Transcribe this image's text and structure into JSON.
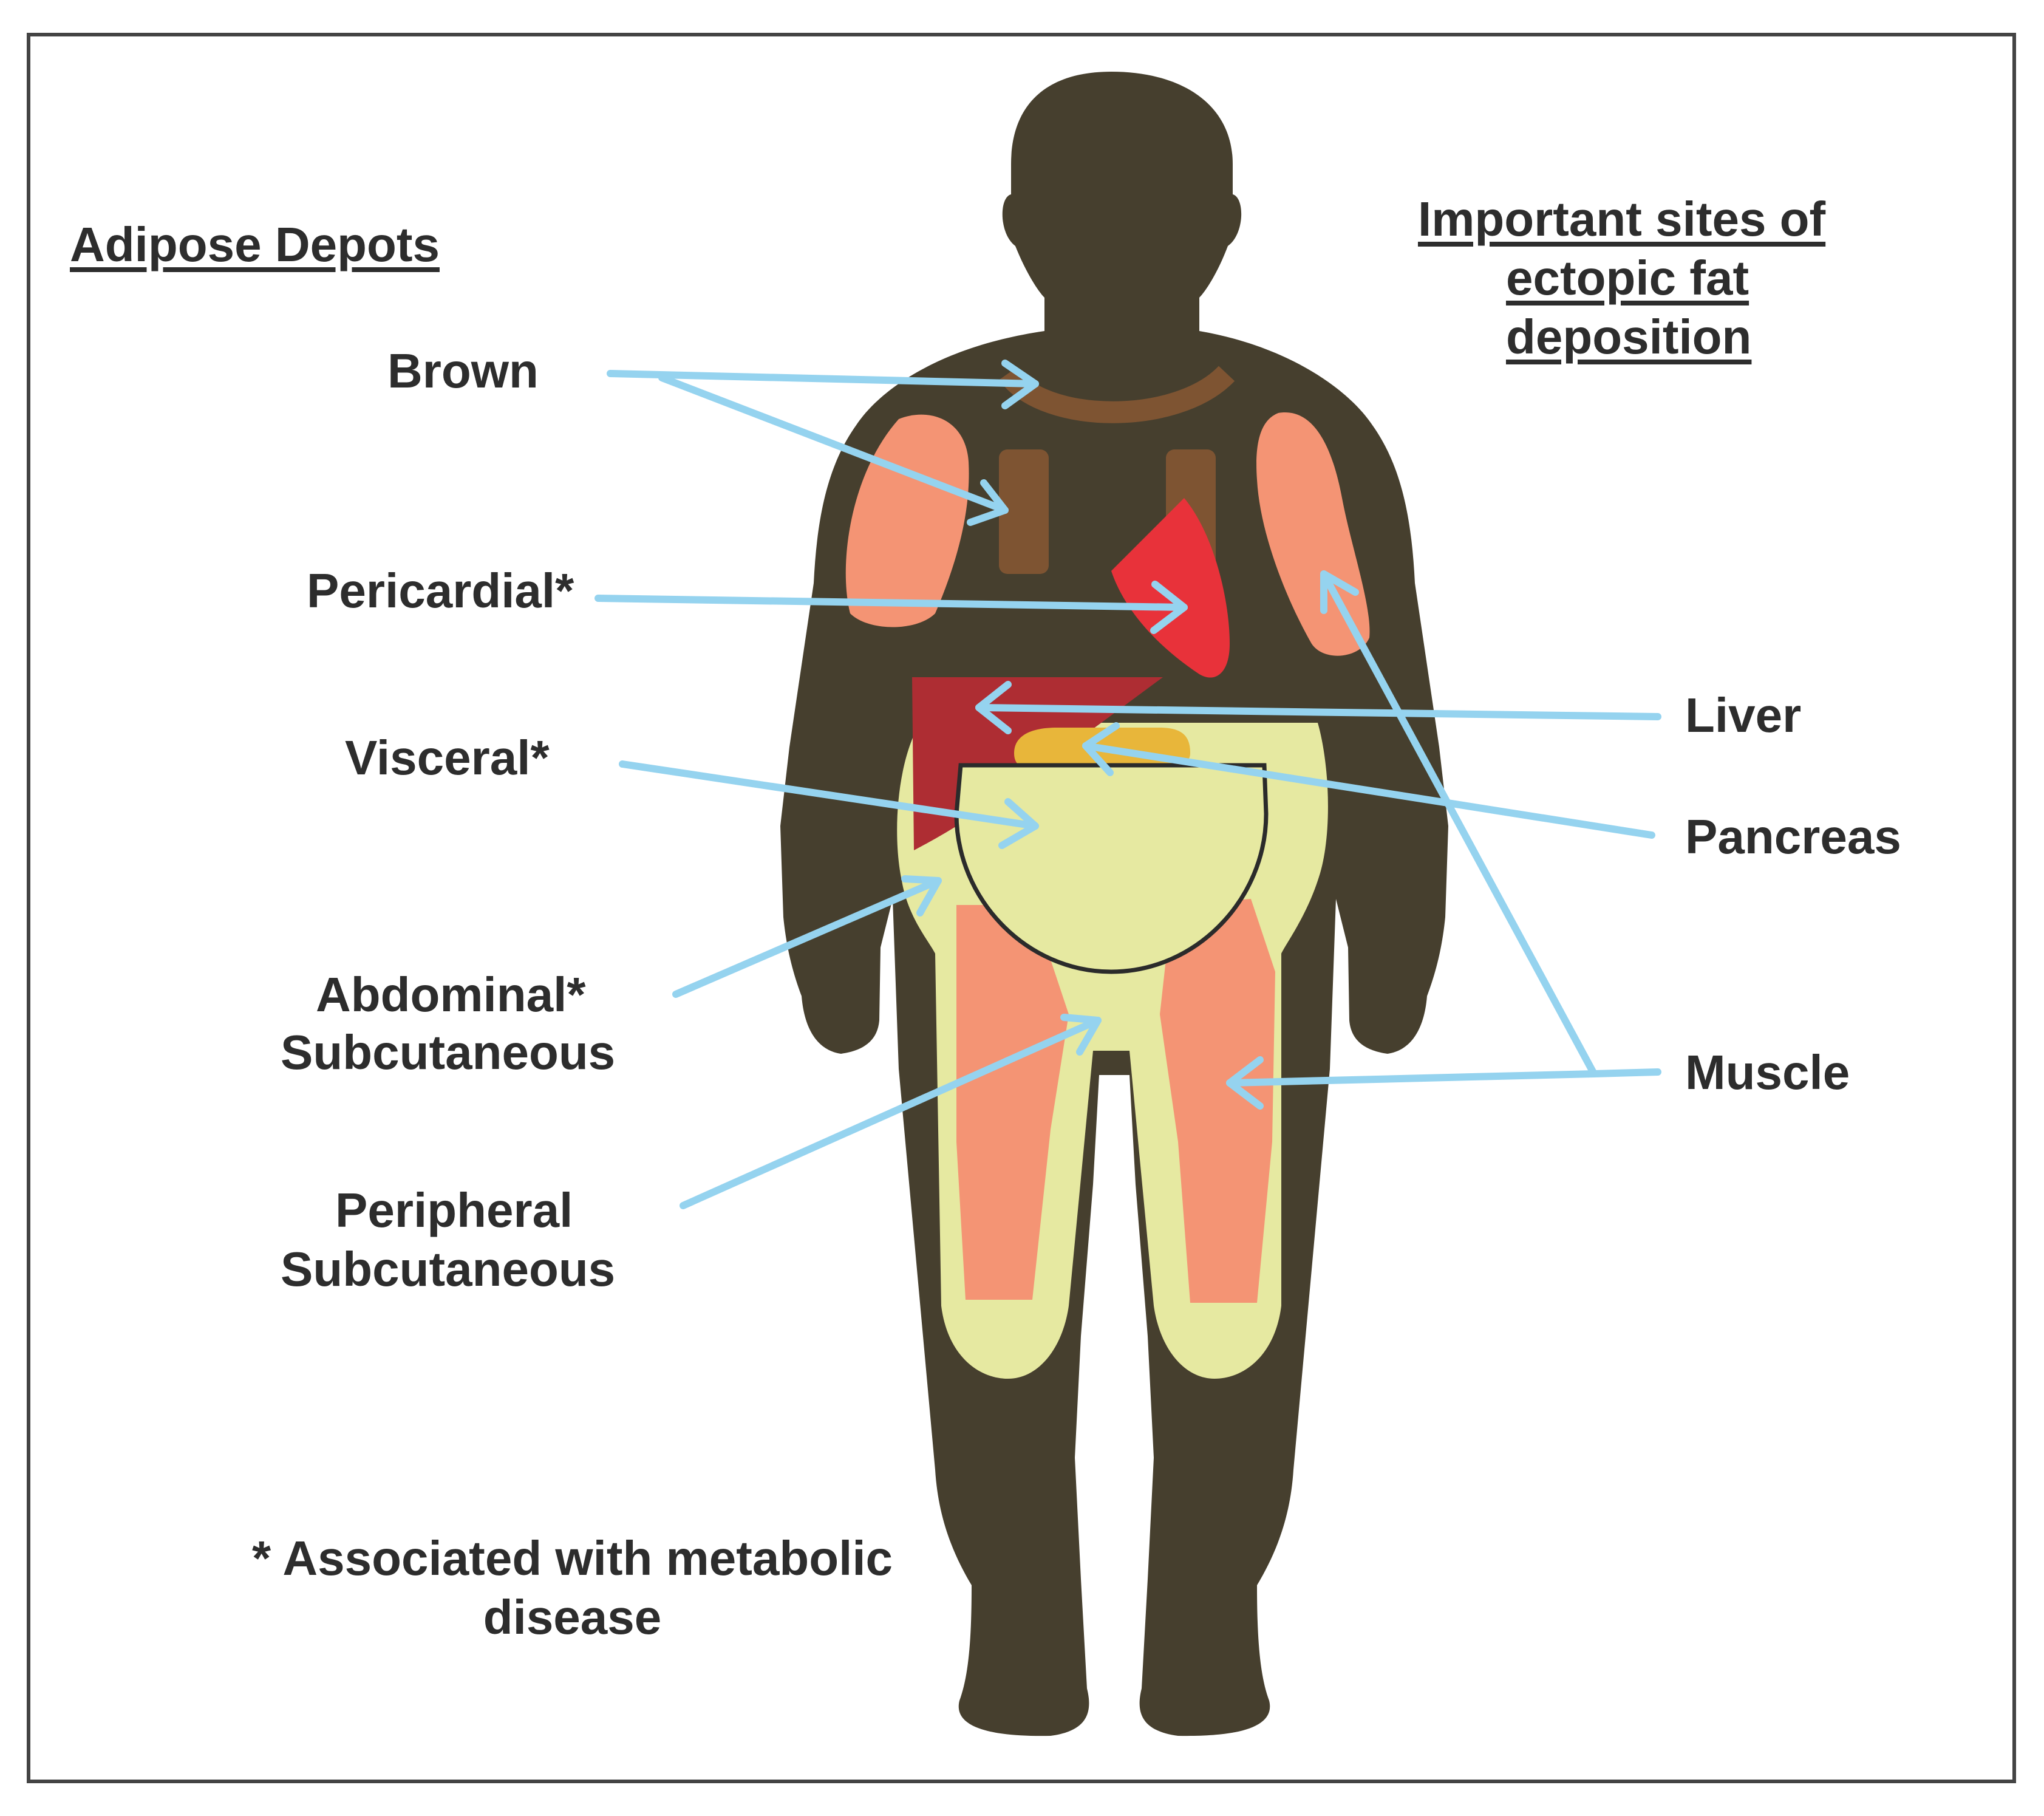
{
  "headings": {
    "left": "Adipose Depots",
    "right_line1": "Important sites of",
    "right_line2": "ectopic fat",
    "right_line3": "deposition"
  },
  "labels": {
    "brown": "Brown",
    "pericardial": "Pericardial*",
    "visceral": "Visceral*",
    "abdominal_line1": "Abdominal*",
    "abdominal_line2": "Subcutaneous",
    "peripheral_line1": "Peripheral",
    "peripheral_line2": "Subcutaneous",
    "liver": "Liver",
    "pancreas": "Pancreas",
    "muscle": "Muscle"
  },
  "footnote": {
    "line1": "* Associated with metabolic",
    "line2": "disease"
  },
  "colors": {
    "silhouette": "#463f2e",
    "brown_fat": "#7e5432",
    "muscle": "#f49474",
    "subcutaneous_fat": "#e6e9a1",
    "heart": "#e8323a",
    "liver": "#ae2d33",
    "pancreas": "#e8b63a",
    "arrow": "#95d3ef",
    "frame": "#444444"
  }
}
